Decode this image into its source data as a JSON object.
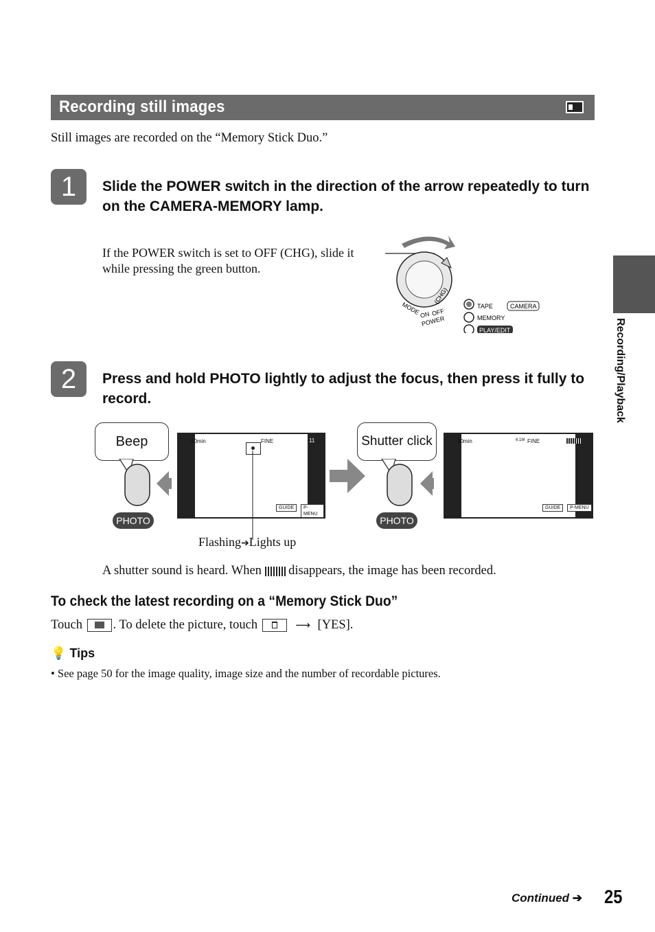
{
  "section": {
    "title": "Recording still images",
    "icon": "memory-stick-icon"
  },
  "intro": "Still images are recorded on the “Memory Stick Duo.”",
  "steps": [
    {
      "number": "1",
      "title": "Slide the POWER switch in the direction of the arrow repeatedly to turn on the CAMERA-MEMORY lamp.",
      "note": "If the POWER switch is set to OFF (CHG), slide it while pressing the green button."
    },
    {
      "number": "2",
      "title": "Press and hold PHOTO lightly to adjust the focus, then press it fully to record."
    }
  ],
  "dial": {
    "mode": "MODE",
    "chg": "(CHG)",
    "on": "ON",
    "off": "OFF",
    "power": "POWER",
    "tape": "TAPE",
    "memory": "MEMORY",
    "camera": "CAMERA",
    "play_edit": "PLAY/EDIT"
  },
  "illustration": {
    "bubble_1": "Beep",
    "bubble_2": "Shutter click",
    "photo_button": "PHOTO",
    "screen_time": "60min",
    "screen_fine": "FINE",
    "screen_size": "6.1M",
    "screen_count": "11",
    "guide": "GUIDE",
    "pmenu": "P-MENU",
    "caption_flashing": "Flashing",
    "caption_lights": "Lights up"
  },
  "shutter_note": {
    "before": "A shutter sound is heard. When",
    "after": "disappears, the image has been recorded."
  },
  "check": {
    "heading": "To check the latest recording on a “Memory Stick Duo”",
    "touch": "Touch",
    "middle": ". To delete the picture, touch",
    "yes": "[YES]."
  },
  "tips": {
    "heading": "Tips",
    "items": [
      "See page 50 for the image quality, image size and the number of recordable pictures."
    ]
  },
  "sidebar_label": "Recording/Playback",
  "footer": {
    "continued": "Continued",
    "page": "25"
  }
}
